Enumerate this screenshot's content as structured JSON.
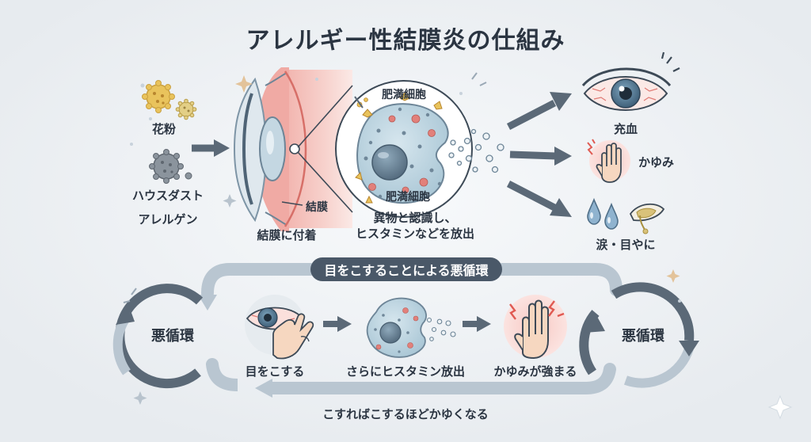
{
  "title": "アレルギー性結膜炎の仕組み",
  "allergens": {
    "pollen": "花粉",
    "house_dust": "ハウスダスト",
    "allergen": "アレルゲン"
  },
  "eye": {
    "conjunctiva": "結膜",
    "attach": "結膜に付着"
  },
  "mast_cell": {
    "top_label": "肥満細胞",
    "bottom_label": "肥満細胞",
    "desc_line1": "異物と認識し、",
    "desc_line2": "ヒスタミンなどを放出"
  },
  "symptoms": {
    "redness": "充血",
    "itch": "かゆみ",
    "tears": "涙・目やに"
  },
  "cycle": {
    "banner": "目をこすることによる悪循環",
    "left_label": "悪循環",
    "right_label": "悪循環",
    "step1": "目をこする",
    "step2": "さらにヒスタミン放出",
    "step3": "かゆみが強まる",
    "bottom": "こすればこするほどかゆくなる"
  },
  "colors": {
    "background": "#eef1f4",
    "arrow": "#5b6977",
    "cycle_loop": "#b9c6d1",
    "banner": "#4a5868",
    "cell_fill": "#b9d2de",
    "granule_red": "#e2807a",
    "redness": "#e98a86",
    "allergen_yellow": "#e9c35c"
  },
  "icons": [
    "pollen-icon",
    "dust-icon",
    "eye-cross-section",
    "mast-cell-icon",
    "red-eye-icon",
    "itchy-hand-icon",
    "tear-drops-icon",
    "discharge-icon",
    "rubbing-eye-icon",
    "sparkle-icon"
  ]
}
